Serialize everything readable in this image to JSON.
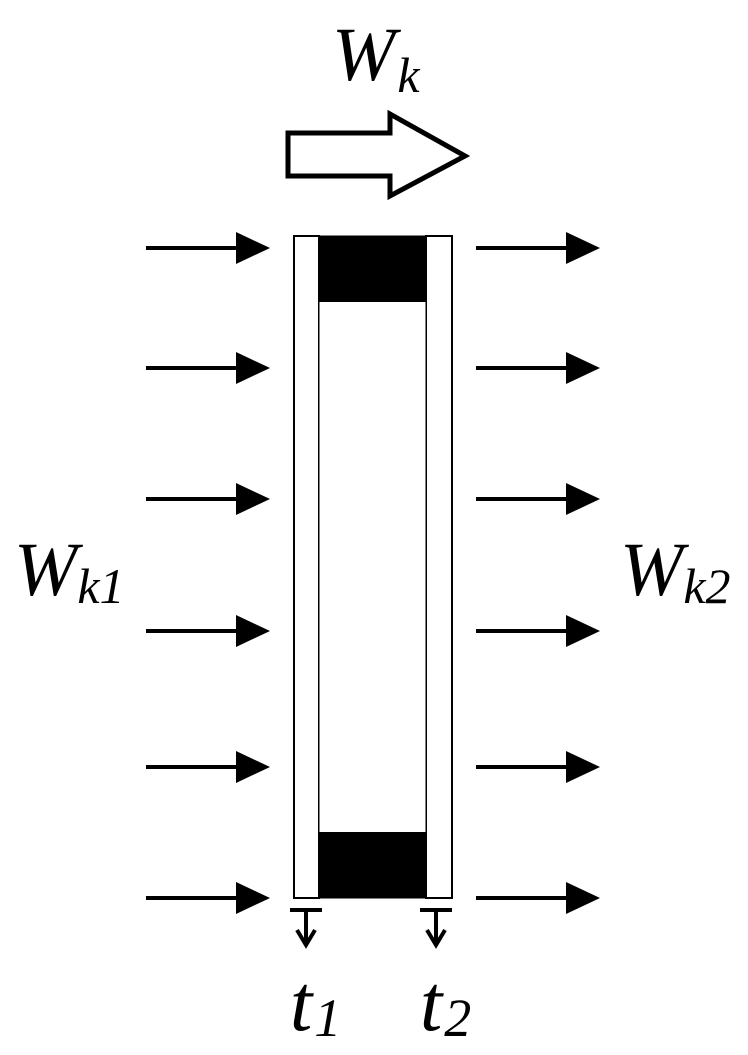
{
  "labels": {
    "top_main": "W",
    "top_sub": "k",
    "left_main": "W",
    "left_sub": "k1",
    "right_main": "W",
    "right_sub": "k2",
    "t1_main": "t",
    "t1_sub": "1",
    "t2_main": "t",
    "t2_sub": "2"
  },
  "arrow_count_per_side": 6,
  "colors": {
    "ink": "#000000",
    "background": "#ffffff"
  }
}
